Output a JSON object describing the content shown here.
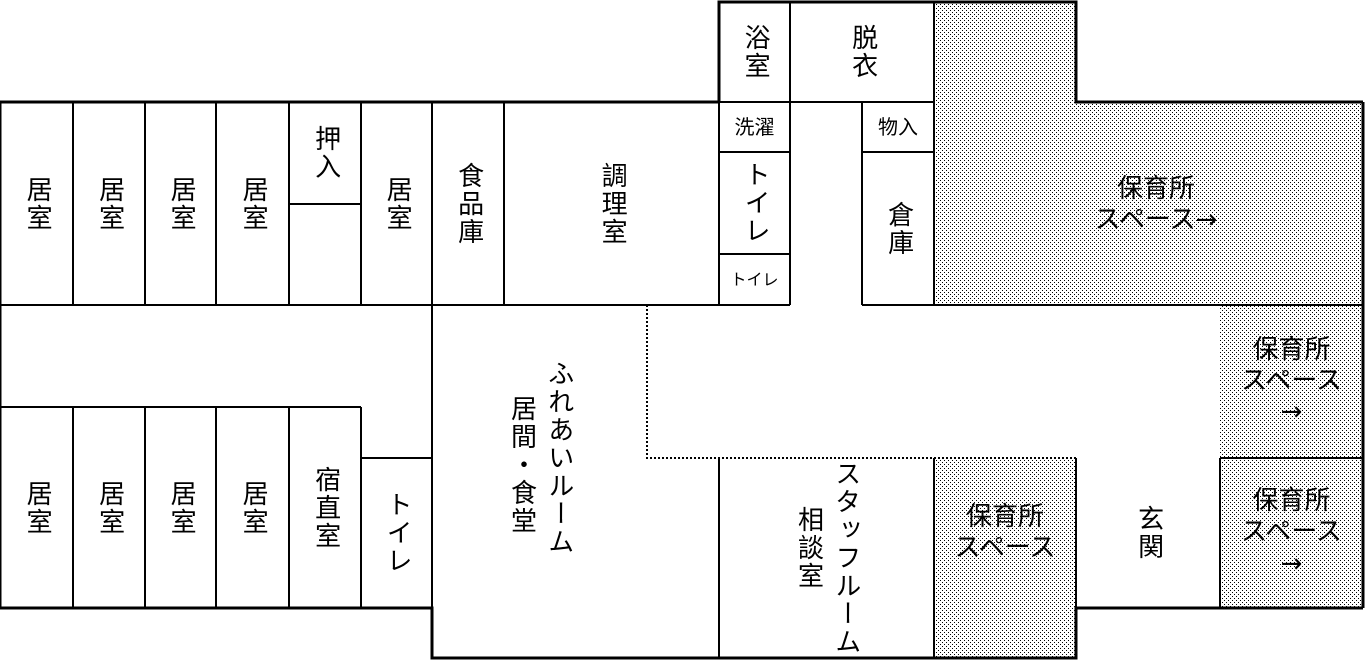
{
  "rooms": {
    "yokushitsu": "浴室",
    "datsui": "脱衣",
    "sentaku": "洗濯",
    "monoire": "物入",
    "toilet_corridor": "トイレ",
    "toilet_small": "トイレ",
    "soko": "倉庫",
    "oshiire": "押入",
    "shokuhinko": "食品庫",
    "chori": "調理室",
    "kyoshitsu": "居室",
    "shukuchoku": "宿直室",
    "toilet_west": "トイレ",
    "fureai_line1": "ふれあいルーム",
    "fureai_line2": "居間・食堂",
    "staff_line1": "スタッフルーム",
    "staff_line2": "相談室",
    "hoiku_top": "保育所\nスペース→",
    "hoiku_east_mid": "保育所\nスペース\n→",
    "hoiku_south": "保育所\nスペース",
    "hoiku_east_bottom": "保育所\nスペース\n→",
    "genkan": "玄関"
  },
  "colors": {
    "wall": "#000000",
    "floor": "#ffffff",
    "hatch": "#000000"
  }
}
